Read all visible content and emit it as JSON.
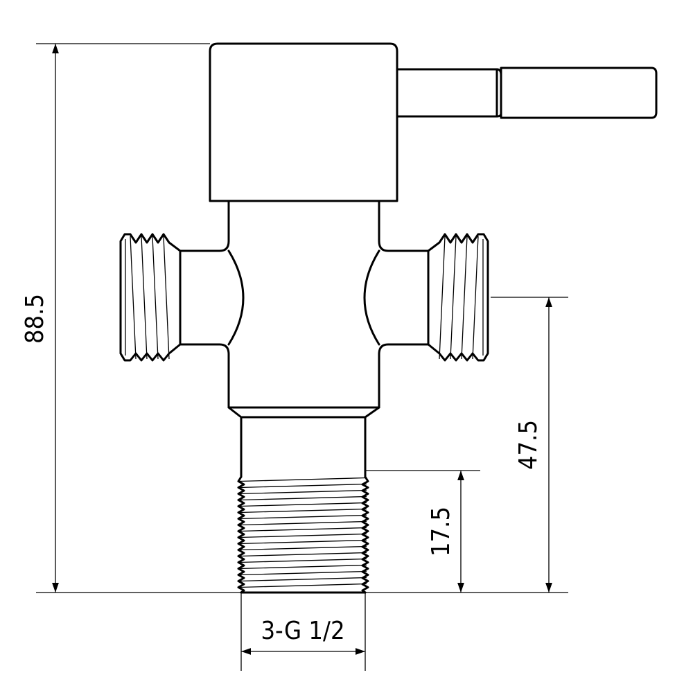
{
  "dimensions": {
    "overall_height": "88.5",
    "outlet_height": "47.5",
    "thread_length": "17.5",
    "thread_size": "3-G 1/2"
  }
}
